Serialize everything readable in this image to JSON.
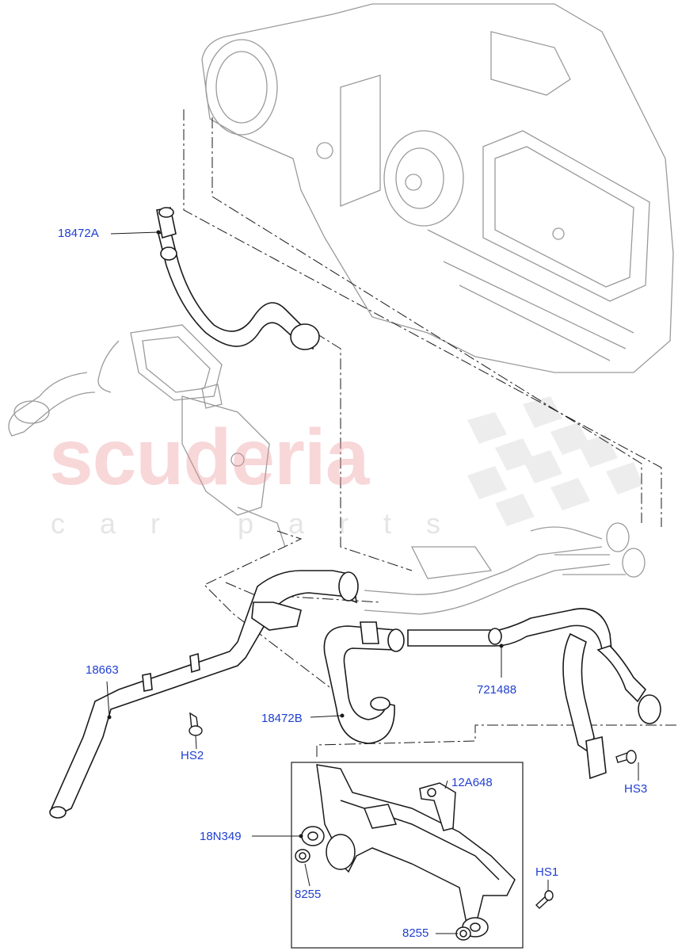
{
  "watermark": {
    "brand": "scuderia",
    "tagline": "car parts"
  },
  "labels": {
    "p18472A": "18472A",
    "p18663": "18663",
    "pHS2": "HS2",
    "p18472B": "18472B",
    "p721488": "721488",
    "p12A648": "12A648",
    "pHS3": "HS3",
    "p18N349": "18N349",
    "pHS1": "HS1",
    "p8255a": "8255",
    "p8255b": "8255"
  },
  "colors": {
    "label_text": "#1f3fd0",
    "line_art": "#1a1a1a",
    "ghost_art": "#9a9a9a",
    "watermark_red": "#eb8c91"
  }
}
